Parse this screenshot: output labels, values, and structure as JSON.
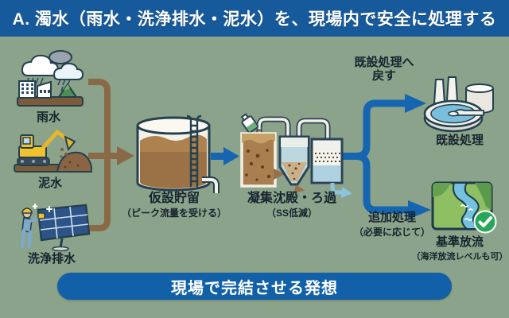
{
  "title": "A. 濁水（雨水・洗浄排水・泥水）を、現場内で安全に処理する",
  "footer": "現場で完結させる発想",
  "sources": [
    {
      "label": "雨水",
      "icon": "rain-over-city-icon"
    },
    {
      "label": "泥水",
      "icon": "excavator-icon"
    },
    {
      "label": "洗浄排水",
      "icon": "solar-panel-washing-icon"
    }
  ],
  "storage": {
    "label": "仮設貯留",
    "note": "（ピーク流量を受ける）",
    "icon": "storage-tank-icon"
  },
  "treatment": {
    "label": "凝集沈殿・ろ過",
    "note": "（SS低減）",
    "icon": "coagulation-filtration-icon"
  },
  "branch_top": {
    "arrow_label_line1": "既設処理へ",
    "arrow_label_line2": "戻す",
    "destination": "既設処理",
    "icon": "existing-treatment-plant-icon"
  },
  "branch_bottom": {
    "arrow_label": "追加処理",
    "arrow_note": "（必要に応じて）",
    "destination": "基準放流",
    "destination_note": "（海洋放流レベルも可）",
    "icon": "river-discharge-icon",
    "badge_icon": "check-icon"
  },
  "colors": {
    "background": "#8ba38a",
    "header_blue": "#175a9c",
    "footer_blue": "#1160a8",
    "pipe_brown": "#8a6a46",
    "pipe_blue": "#1565b0",
    "light_blue_arrow": "#8fc3dd",
    "text_dark": "#16232e",
    "check_green": "#28a75b"
  }
}
